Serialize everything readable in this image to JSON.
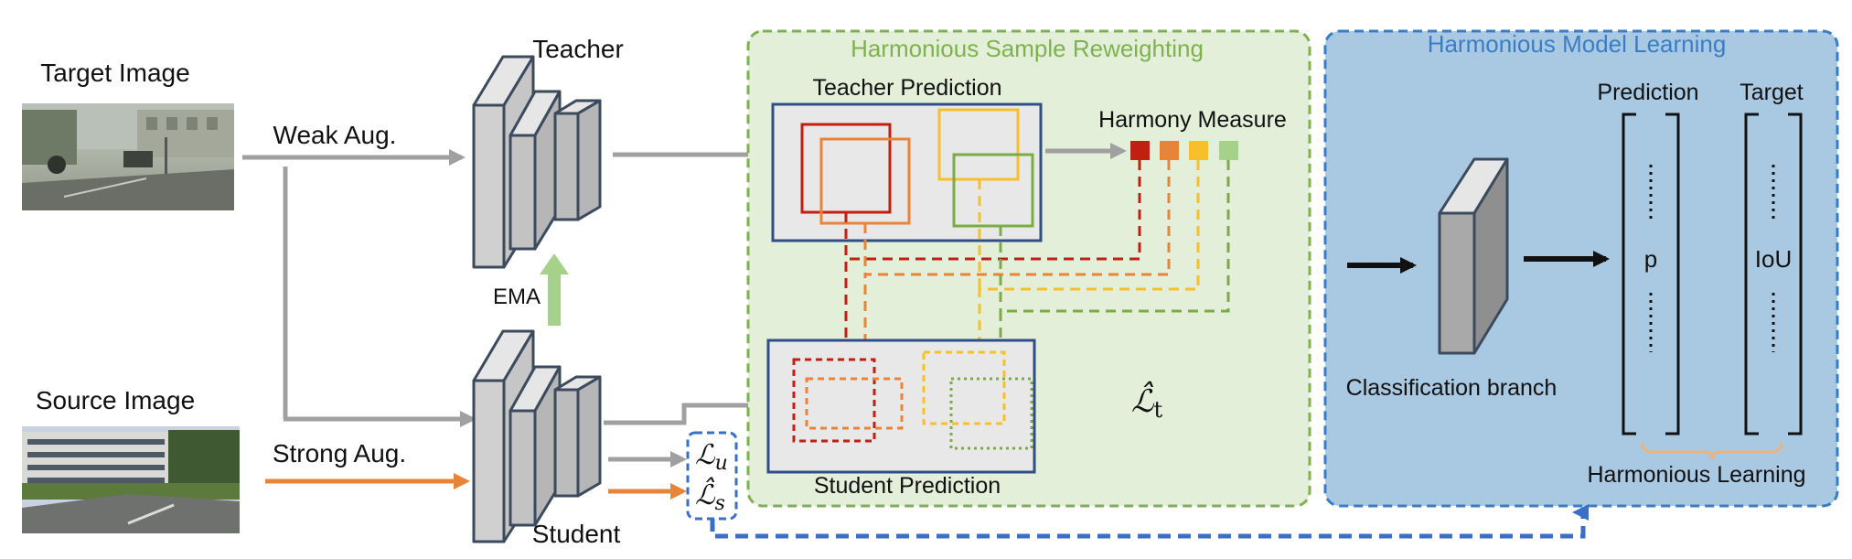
{
  "labels": {
    "target_image": "Target Image",
    "source_image": "Source Image",
    "weak_aug": "Weak Aug.",
    "strong_aug": "Strong Aug.",
    "teacher": "Teacher",
    "student": "Student",
    "ema": "EMA",
    "loss_u": "ℒ",
    "loss_u_sub": "u",
    "loss_s": "ℒ̂",
    "loss_s_sub": "s",
    "loss_t": "ℒ̂",
    "loss_t_sub": "t"
  },
  "reweighting_panel": {
    "title": "Harmonious Sample Reweighting",
    "teacher_prediction": "Teacher Prediction",
    "student_prediction": "Student Prediction",
    "harmony_measure": "Harmony Measure"
  },
  "learning_panel": {
    "title": "Harmonious Model Learning",
    "prediction_header": "Prediction",
    "target_header": "Target",
    "prediction_symbol": "p",
    "target_symbol": "IoU",
    "classification_branch": "Classification branch",
    "harmonious_learning": "Harmonious Learning"
  },
  "colors": {
    "red": "#c0200f",
    "orange": "#e8833a",
    "yellow": "#f7bf2a",
    "green": "#7aab45",
    "light_green": "#a6d18b",
    "reweight_bg": "#e3efd9",
    "reweight_border": "#7fb24f",
    "learning_bg": "#a9c9e3",
    "learning_border": "#3b7dc4",
    "arrow_gray": "#a0a0a0",
    "arrow_orange": "#e8833a"
  }
}
